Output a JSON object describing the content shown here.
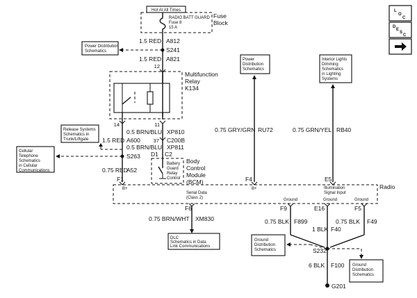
{
  "hot_at_all_times": "Hot At All Times",
  "fuse": {
    "line1": "RADIO BATT GUARD",
    "line2": "Fuse 8",
    "line3": "15 A",
    "block1": "Fuse",
    "block2": "Block"
  },
  "wires": {
    "a812": "1.5 RED",
    "a812_code": "A812",
    "a821": "1.5 RED",
    "a821_code": "A821",
    "xp810": "0.5 BRN/BLU",
    "xp810_code": "XP810",
    "a600": "1.5 RED",
    "a600_code": "A600",
    "xp811": "0.5 BRN/BLU",
    "xp811_code": "XP811",
    "a52": "0.75 RED",
    "a52_code": "A52",
    "ru72": "0.75 GRY/GRN",
    "ru72_code": "RU72",
    "rb40": "0.75 GRN/YEL",
    "rb40_code": "RB40",
    "xm830": "0.75 BRN/WHT",
    "xm830_code": "XM830",
    "f899": "0.75 BLK",
    "f899_code": "F899",
    "f40": "1 BLK",
    "f40_code": "F40",
    "f49": "0.75 BLK",
    "f49_code": "F49",
    "f100": "6 BLK",
    "f100_code": "F100"
  },
  "splices": {
    "s241": "S241",
    "s263": "S263",
    "s232": "S232",
    "g201": "G201"
  },
  "connectors": {
    "c200b": "C200B",
    "c200b_pin": "37",
    "pin12": "12",
    "pin14": "14",
    "pin11": "11",
    "d1": "D1",
    "c2": "C2",
    "f1": "F1",
    "f4": "F4",
    "e5": "E5",
    "f6": "F6",
    "f9": "F9",
    "e16": "E16",
    "f5": "F5"
  },
  "relay": {
    "line1": "Multifunction",
    "line2": "Relay",
    "line3": "K134"
  },
  "bcm": {
    "line1": "Body",
    "line2": "Control",
    "line3": "Module",
    "line4": "(BCM)",
    "guard1": "Battery",
    "guard2": "Guard",
    "guard3": "Relay",
    "guard4": "Control"
  },
  "radio": {
    "label": "Radio",
    "bplus1": "B+",
    "bplus2": "B+",
    "serial1": "Serial Data",
    "serial2": "(Class 2)",
    "illum1": "Illumination",
    "illum2": "Signal Input",
    "ground1": "Ground",
    "ground2": "Ground",
    "ground3": "Ground"
  },
  "refs": {
    "power_dist_left": [
      "Power Distribution",
      "Schematics"
    ],
    "power_dist_mid": [
      "Power",
      "Distribution",
      "Schematics"
    ],
    "interior_lights": [
      "Interior Lights",
      "Dimming",
      "Schematics",
      "in Lighting",
      "Systems"
    ],
    "release_systems": [
      "Release Systems",
      "Schematics in",
      "Trunk/Liftgate"
    ],
    "cellular": [
      "Cellular",
      "Telephone",
      "Schematics",
      "in Cellular",
      "Communications"
    ],
    "dlc": [
      "DLC",
      "Schematics in Data",
      "Link Communications"
    ],
    "ground_dist_left": [
      "Ground",
      "Distribution",
      "Schematics"
    ],
    "ground_dist_right": [
      "Ground",
      "Distribution",
      "Schematics"
    ]
  },
  "nav": {
    "loc": [
      "L",
      "O",
      "C"
    ],
    "desc": [
      "D",
      "E",
      "S",
      "C"
    ],
    "next_icon": "right-arrow-icon"
  }
}
